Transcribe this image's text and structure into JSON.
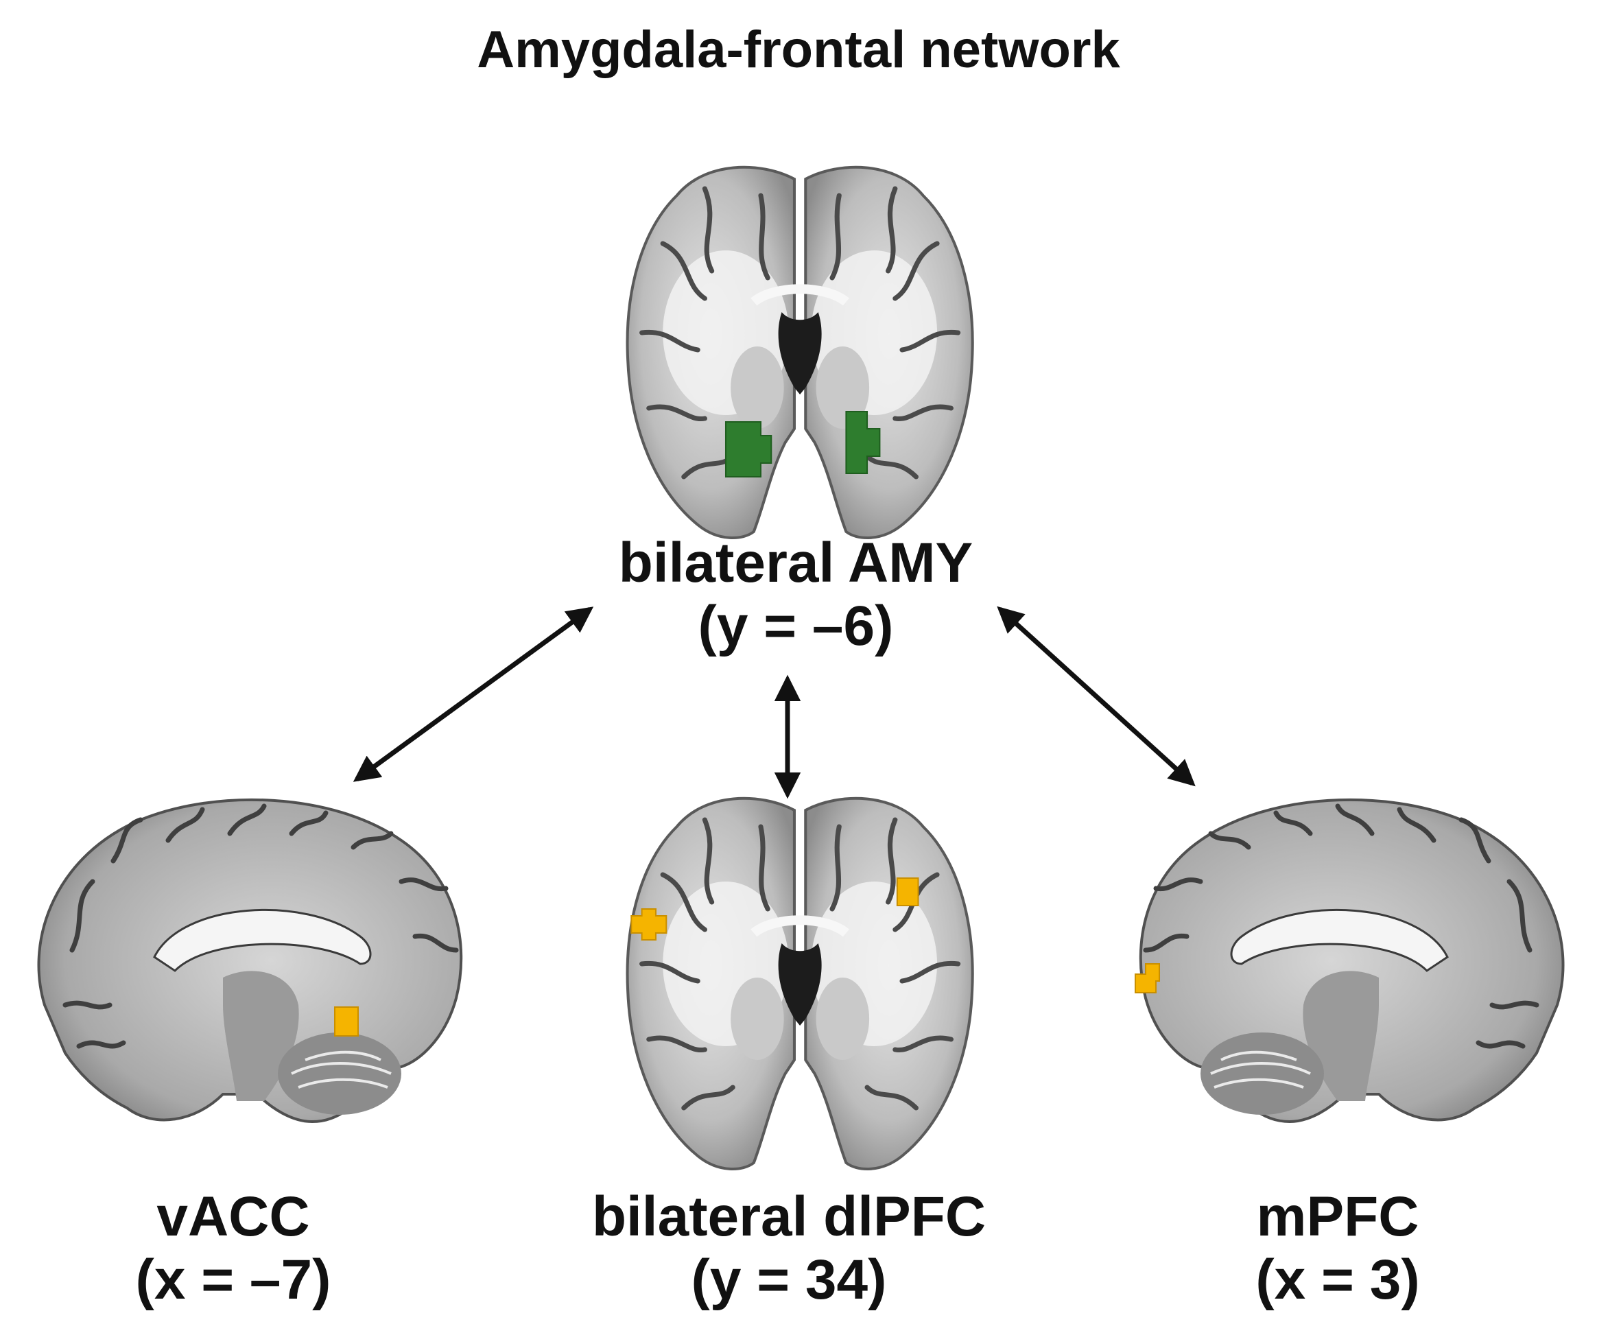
{
  "figure": {
    "title": "Amygdala-frontal network"
  },
  "nodes": {
    "amy": {
      "name": "bilateral AMY",
      "coord": "(y = –6)",
      "view": "coronal",
      "highlight_color": "#2e7d2e"
    },
    "vacc": {
      "name": "vACC",
      "coord": "(x = –7)",
      "view": "sagittal",
      "highlight_color": "#f5b400"
    },
    "dlpfc": {
      "name": "bilateral dlPFC",
      "coord": "(y = 34)",
      "view": "coronal",
      "highlight_color": "#f5b400"
    },
    "mpfc": {
      "name": "mPFC",
      "coord": "(x = 3)",
      "view": "sagittal",
      "highlight_color": "#f5b400"
    }
  },
  "edges": [
    {
      "from": "amy",
      "to": "vacc",
      "direction": "bidirectional"
    },
    {
      "from": "amy",
      "to": "dlpfc",
      "direction": "bidirectional"
    },
    {
      "from": "amy",
      "to": "mpfc",
      "direction": "bidirectional"
    }
  ]
}
